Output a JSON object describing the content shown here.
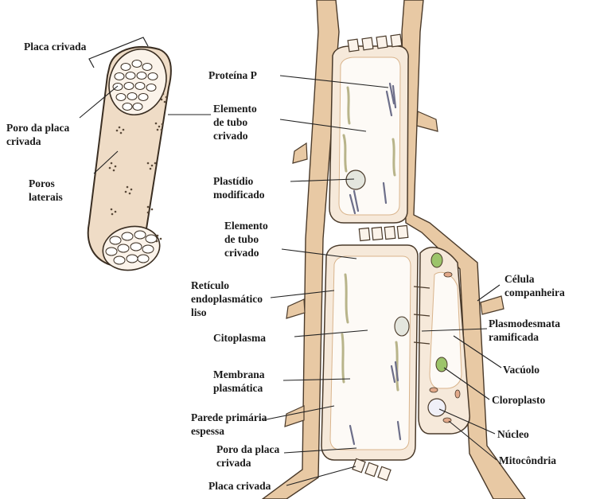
{
  "labels": {
    "placa_crivada_top": "Placa crivada",
    "poro_placa_top": "Poro da placa\ncrivada",
    "poros_laterais": "Poros\nlaterais",
    "proteina_p": "Proteína P",
    "elemento_tubo_1": "Elemento\nde tubo\ncrivado",
    "plastidio": "Plastídio\nmodificado",
    "elemento_tubo_2": "Elemento\nde tubo\ncrivado",
    "reticulo": "Retículo\nendoplasmático\nliso",
    "citoplasma": "Citoplasma",
    "membrana": "Membrana\nplasmática",
    "parede": "Parede primária\nespessa",
    "poro_placa_bottom": "Poro da placa\ncrivada",
    "placa_crivada_bottom": "Placa crivada",
    "celula_companheira": "Célula\ncompanheira",
    "plasmodesmata": "Plasmodesmata\nramificada",
    "vacuolo": "Vacúolo",
    "cloroplasto": "Cloroplasto",
    "nucleo": "Núcleo",
    "mitocondria": "Mitocôndria"
  },
  "colors": {
    "wall": "#e8c9a4",
    "wall_stroke": "#4a3a2a",
    "cytoplasm": "#f6e9da",
    "lumen": "#fdfaf6",
    "protein": "#6d6f8a",
    "reticulum": "#b8b48a",
    "chloroplast": "#9cc46a",
    "mitochondria": "#e2a98a"
  }
}
